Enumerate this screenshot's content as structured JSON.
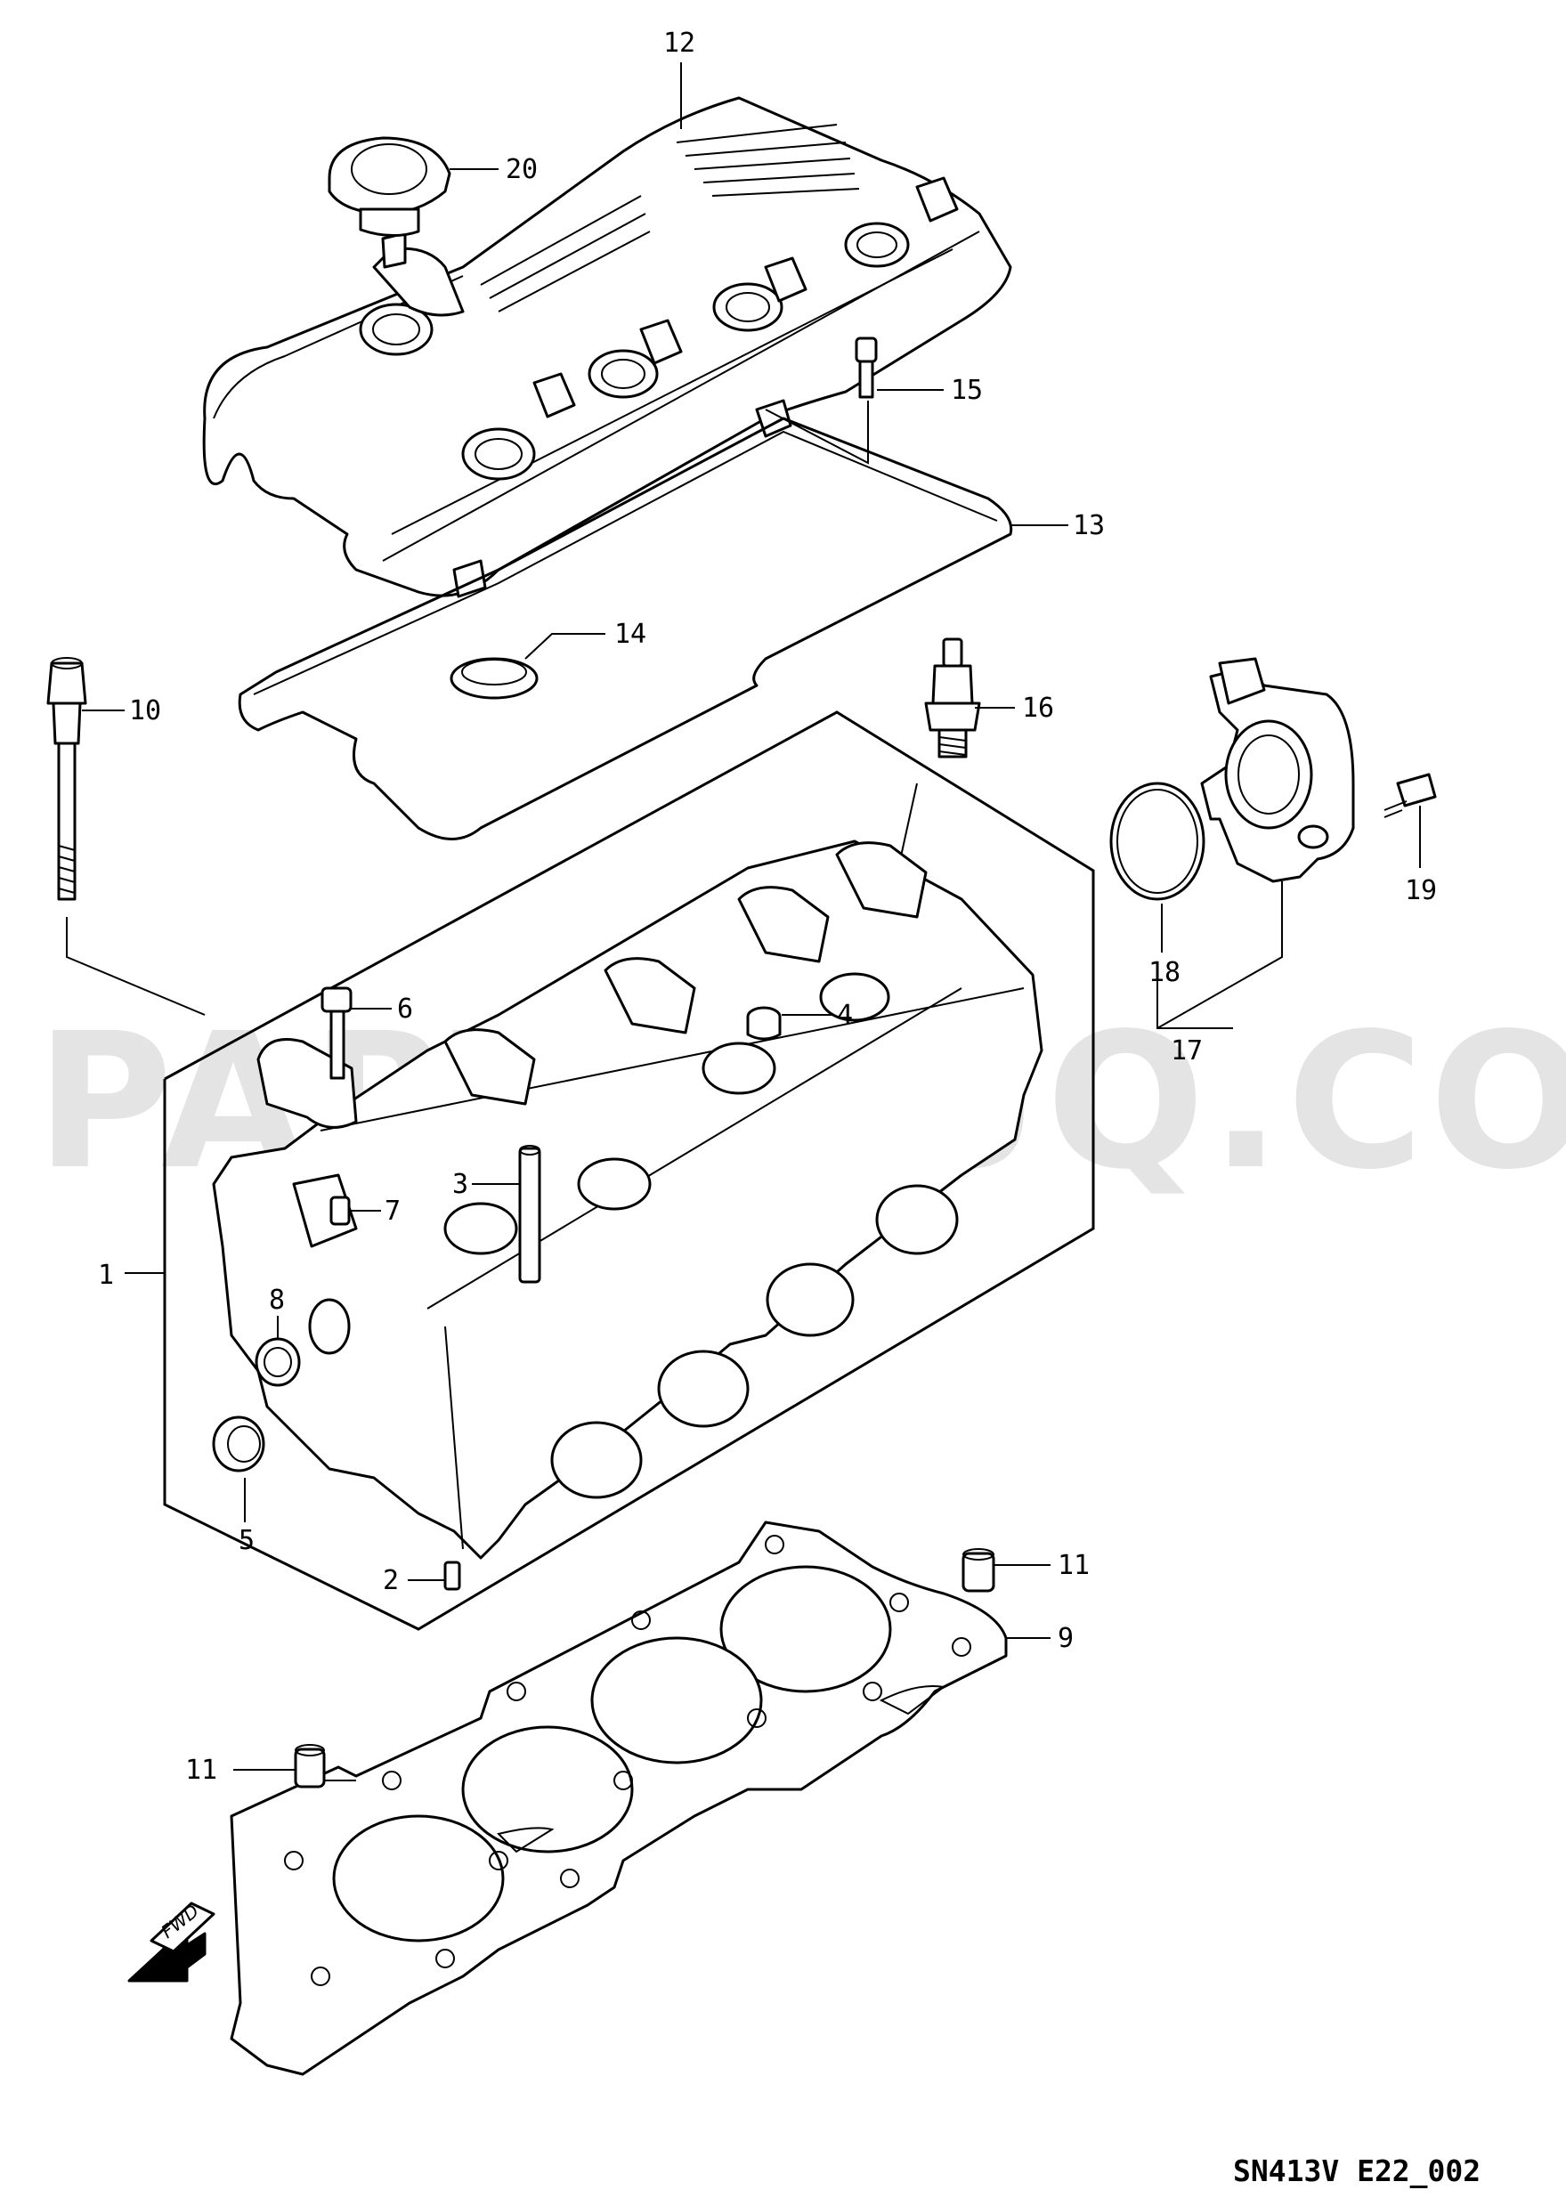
{
  "watermark": "PARTSOUQ.COM",
  "diagram_code": "SN413V E22_002",
  "fwd_label": "FWD",
  "callouts": {
    "c1": "1",
    "c2": "2",
    "c3": "3",
    "c4": "4",
    "c5": "5",
    "c6": "6",
    "c7": "7",
    "c8": "8",
    "c9": "9",
    "c10": "10",
    "c11a": "11",
    "c11b": "11",
    "c12": "12",
    "c13": "13",
    "c14": "14",
    "c15": "15",
    "c16": "16",
    "c17": "17",
    "c18": "18",
    "c19": "19",
    "c20": "20"
  }
}
